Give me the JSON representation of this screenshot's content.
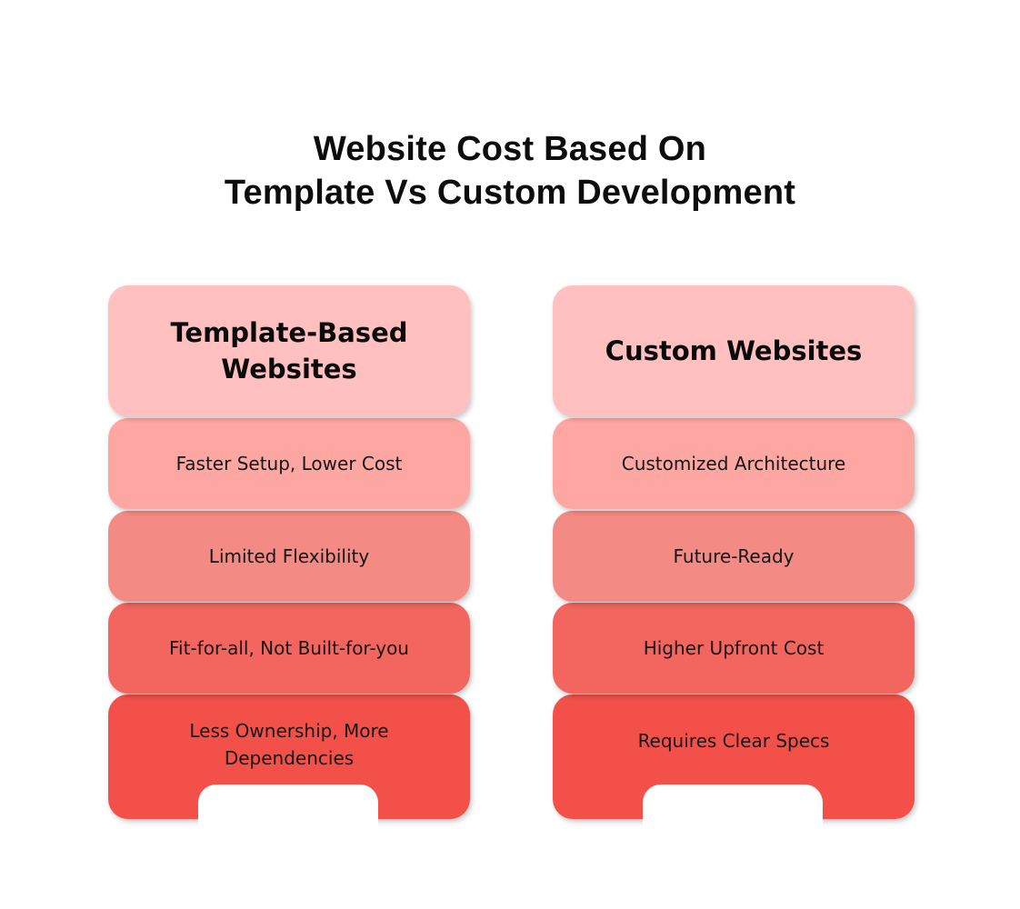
{
  "title": {
    "line1": "Website Cost Based On",
    "line2": "Template Vs Custom Development"
  },
  "columns": [
    {
      "header": "Template-Based Websites",
      "items": [
        "Faster Setup, Lower Cost",
        "Limited Flexibility",
        "Fit-for-all, Not Built-for-you",
        "Less Ownership, More Dependencies"
      ]
    },
    {
      "header": "Custom Websites",
      "items": [
        "Customized Architecture",
        "Future-Ready",
        "Higher Upfront Cost",
        "Requires Clear Specs"
      ]
    }
  ],
  "colors": {
    "header": "#ffc0bf",
    "row1": "#fea7a2",
    "row2": "#f48a84",
    "row3": "#f3655f",
    "row4": "#f3504a"
  }
}
